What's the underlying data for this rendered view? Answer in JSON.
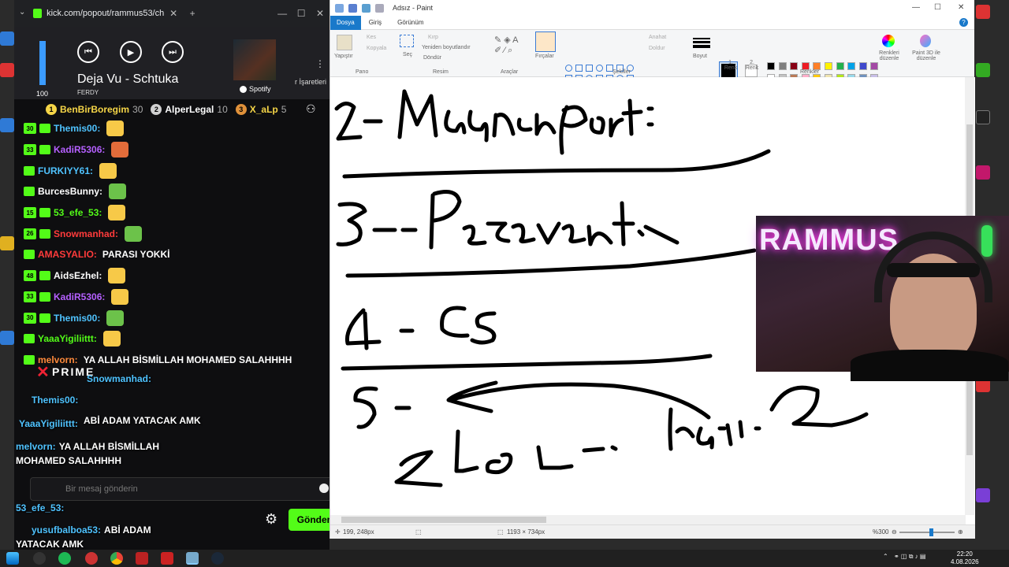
{
  "browser": {
    "url": "kick.com/popout/rammus53/ch",
    "win_buttons": [
      "—",
      "☐",
      "✕"
    ],
    "new_tab": "+",
    "close_tab": "✕",
    "side_label": "r İşaretleri"
  },
  "media": {
    "volume": 100,
    "volume_label": "100",
    "track_title": "Deja Vu - Schtuka",
    "artist": "FERDY",
    "source": "Spotify"
  },
  "leaderboard": [
    {
      "rank": "1",
      "name": "BenBirBoregim",
      "count": "30",
      "color": "#f5d547"
    },
    {
      "rank": "2",
      "name": "AlperLegal",
      "count": "10",
      "color": "#d0d0d0"
    },
    {
      "rank": "3",
      "name": "X_aLp",
      "count": "5",
      "color": "#e0913a"
    }
  ],
  "chat": [
    {
      "badge": "30",
      "user": "Themis00:",
      "color": "#4fc3ff",
      "text": ""
    },
    {
      "badge": "33",
      "user": "KadiR5306:",
      "color": "#b560ff",
      "text": ""
    },
    {
      "badge": "",
      "user": "FURKIYY61:",
      "color": "#4fc3ff",
      "text": ""
    },
    {
      "badge": "",
      "user": "BurcesBunny:",
      "color": "#ffffff",
      "text": ""
    },
    {
      "badge": "15",
      "user": "53_efe_53:",
      "color": "#53fc18",
      "text": ""
    },
    {
      "badge": "26",
      "user": "Snowmanhad:",
      "color": "#ff3b3b",
      "text": ""
    },
    {
      "badge": "",
      "user": "AMASYALIO:",
      "color": "#ff3b3b",
      "text": "PARASI YOKKİ"
    },
    {
      "badge": "48",
      "user": "AidsEzhel:",
      "color": "#ffffff",
      "text": ""
    },
    {
      "badge": "33",
      "user": "KadiR5306:",
      "color": "#b560ff",
      "text": ""
    },
    {
      "badge": "30",
      "user": "Themis00:",
      "color": "#4fc3ff",
      "text": ""
    },
    {
      "badge": "",
      "user": "YaaaYigiliittt:",
      "color": "#53fc18",
      "text": ""
    },
    {
      "badge": "",
      "user": "melvorn:",
      "color": "#ff8a3b",
      "text": "YA ALLAH BİSMİLLAH MOHAMED SALAHHHH"
    }
  ],
  "overlay": {
    "prime_label": "PRIME",
    "lines": [
      {
        "user": "Snowmanhad:",
        "text": ""
      },
      {
        "user": "Themis00:",
        "text": ""
      },
      {
        "user": "",
        "text": "ABİ ADAM YATACAK AMK"
      },
      {
        "user": "YaaaYigiliittt:",
        "text": ""
      },
      {
        "user": "melvorn:",
        "text": "YA ALLAH BİSMİLLAH"
      },
      {
        "user": "",
        "text": "MOHAMED SALAHHHH"
      },
      {
        "user": "Snowmanhad:",
        "text": ""
      },
      {
        "user": "53_efe_53:",
        "text": ""
      },
      {
        "user": "yusufbalboa53:",
        "text": "ABİ ADAM"
      },
      {
        "user": "",
        "text": "YATACAK AMK"
      }
    ]
  },
  "chat_input": {
    "placeholder": "Bir mesaj gönderin"
  },
  "send_label": "Gönder",
  "paint": {
    "title": "Adsız - Paint",
    "tabs": {
      "file": "Dosya",
      "home": "Giriş",
      "view": "Görünüm"
    },
    "ribbon": {
      "paste": "Yapıştır",
      "cut": "Kes",
      "copy": "Kopyala",
      "select": "Seç",
      "crop": "Kırp",
      "resize": "Yeniden boyutlandır",
      "rotate": "Döndür",
      "brushes": "Fırçalar",
      "outline": "Anahat",
      "fill": "Doldur",
      "size": "Boyut",
      "color1": "1. Renk",
      "color2": "2. Renk",
      "edit_colors": "Renkleri düzenle",
      "paint3d": "Paint 3D ile düzenle",
      "groups": {
        "clipboard": "Pano",
        "image": "Resim",
        "tools": "Araçlar",
        "shapes": "Şekiller",
        "colors": "Renkler"
      }
    },
    "palette": [
      "#000000",
      "#7f7f7f",
      "#880015",
      "#ed1c24",
      "#ff7f27",
      "#fff200",
      "#22b14c",
      "#00a2e8",
      "#3f48cc",
      "#a349a4",
      "#ffffff",
      "#c3c3c3",
      "#b97a57",
      "#ffaec9",
      "#ffc90e",
      "#efe4b0",
      "#b5e61d",
      "#99d9ea",
      "#7092be",
      "#c8bfe7"
    ],
    "status": {
      "cursor": "199, 248px",
      "size": "1193 × 734px",
      "zoom": "%300"
    }
  },
  "webcam": {
    "sign_text": "RAMMUS"
  },
  "taskbar": {
    "time": "22:20",
    "date": "4.08.2026"
  }
}
